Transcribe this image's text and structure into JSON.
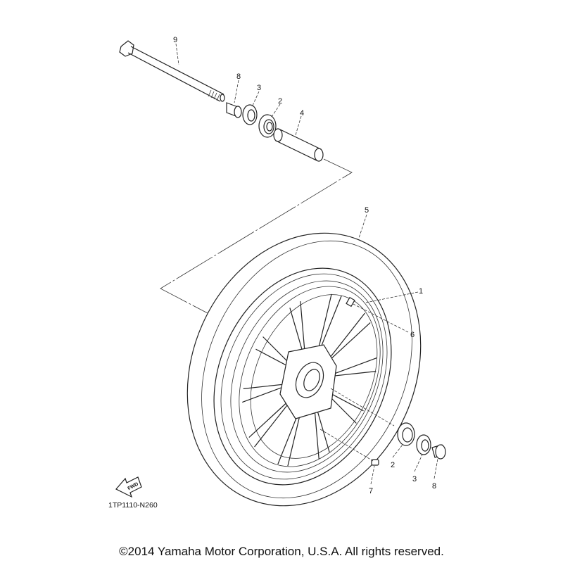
{
  "diagram": {
    "code": "1TP1110-N260",
    "fwd_label": "FWD",
    "copyright": "©2014 Yamaha Motor Corporation, U.S.A. All rights reserved.",
    "callouts": [
      {
        "id": "axle",
        "label": "9"
      },
      {
        "id": "collar-top",
        "label": "8"
      },
      {
        "id": "oil-seal-top",
        "label": "3"
      },
      {
        "id": "bearing-top",
        "label": "2"
      },
      {
        "id": "spacer",
        "label": "4"
      },
      {
        "id": "tire",
        "label": "5"
      },
      {
        "id": "wheel",
        "label": "1"
      },
      {
        "id": "valve",
        "label": "6"
      },
      {
        "id": "bearing-bottom",
        "label": "2"
      },
      {
        "id": "oil-seal-bottom",
        "label": "3"
      },
      {
        "id": "collar-bottom",
        "label": "8"
      },
      {
        "id": "balance-weight",
        "label": "7"
      }
    ]
  }
}
